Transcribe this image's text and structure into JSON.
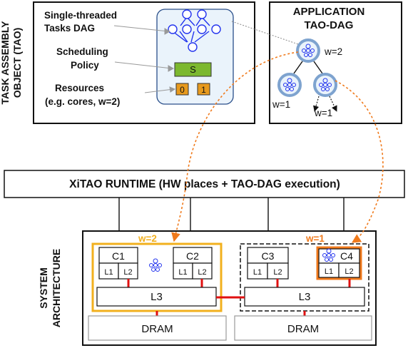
{
  "tao": {
    "side_label_line1": "TASK ASSEMBLY",
    "side_label_line2": "OBJECT (TAO)",
    "dag_label_line1": "Single-threaded",
    "dag_label_line2": "Tasks DAG",
    "sched_label_line1": "Scheduling",
    "sched_label_line2": "Policy",
    "sched_box": "S",
    "res_label_line1": "Resources",
    "res_label_line2": "(e.g. cores, w=2)",
    "resource_0": "0",
    "resource_1": "1"
  },
  "application": {
    "title_line1": "APPLICATION",
    "title_line2": "TAO-DAG",
    "root_width": "w=2",
    "left_width": "w=1",
    "right_width": "w=1"
  },
  "runtime": {
    "label": "XiTAO RUNTIME (HW places + TAO-DAG execution)"
  },
  "system": {
    "side_label_line1": "SYSTEM",
    "side_label_line2": "ARCHITECTURE",
    "place_left_width": "w=2",
    "place_right_width": "w=1",
    "cores": [
      "C1",
      "C2",
      "C3",
      "C4"
    ],
    "l1": "L1",
    "l2": "L2",
    "l3": "L3",
    "dram": "DRAM"
  },
  "colors": {
    "orange": "#f07a1c",
    "gold": "#f2b01e",
    "red": "#e01010",
    "green": "#7cb82f",
    "res_orange": "#e79a1e",
    "node_blue": "#2233ee",
    "panel_blue": "#eaf3fb"
  }
}
